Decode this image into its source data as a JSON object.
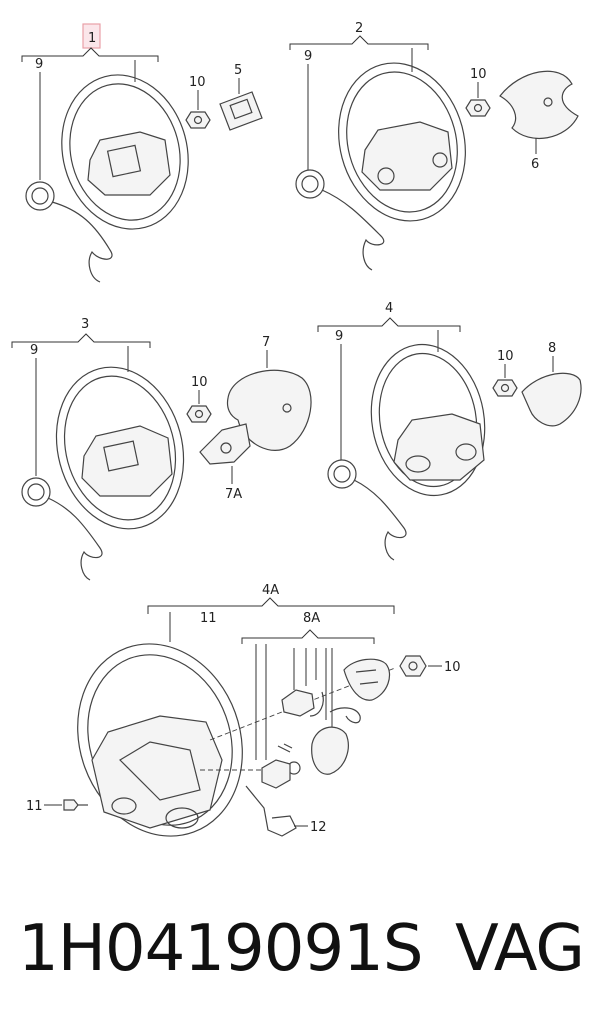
{
  "diagram": {
    "callouts": {
      "c1": "1",
      "c2": "2",
      "c3": "3",
      "c4": "4",
      "c4a": "4A",
      "c5": "5",
      "c6": "6",
      "c7": "7",
      "c7a": "7A",
      "c8": "8",
      "c8a": "8A",
      "c9": "9",
      "c10": "10",
      "c11": "11",
      "c12": "12"
    },
    "highlight_color": "#e8a0a8"
  },
  "footer": {
    "part_number": "1H0419091S",
    "brand": "VAG"
  }
}
